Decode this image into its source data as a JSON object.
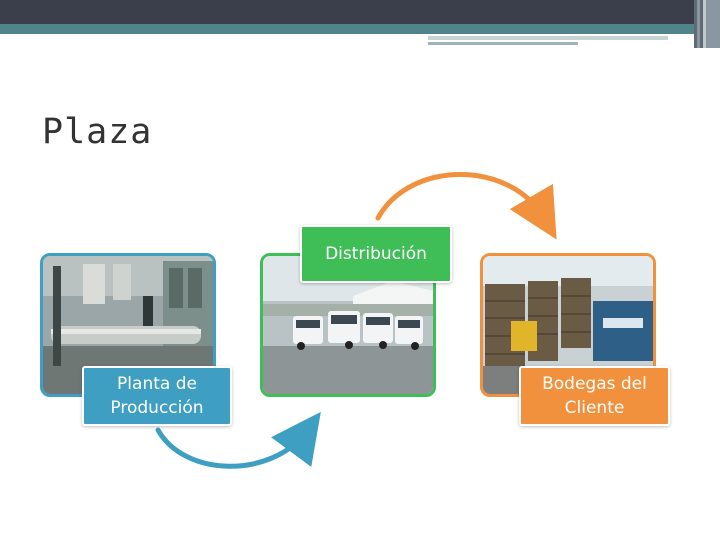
{
  "slide": {
    "title": "Plaza"
  },
  "colors": {
    "blue": "#3e9fc2",
    "green": "#3fbd57",
    "orange": "#f1913d",
    "header_dark": "#3a3f4b",
    "header_teal": "#51848a"
  },
  "cycle": {
    "stages": [
      {
        "id": "planta",
        "line1": "Planta de",
        "line2": "Producción",
        "color": "#3e9fc2",
        "photo": "factory-machinery-photo"
      },
      {
        "id": "distribucion",
        "line1": "Distribución",
        "line2": "",
        "color": "#3fbd57",
        "photo": "delivery-trucks-photo"
      },
      {
        "id": "bodegas",
        "line1": "Bodegas del",
        "line2": "Cliente",
        "color": "#f1913d",
        "photo": "warehouse-crates-photo"
      }
    ],
    "arrows": [
      {
        "from": "planta",
        "to": "distribucion",
        "color": "#3e9fc2"
      },
      {
        "from": "distribucion",
        "to": "bodegas",
        "color": "#f1913d"
      }
    ]
  }
}
